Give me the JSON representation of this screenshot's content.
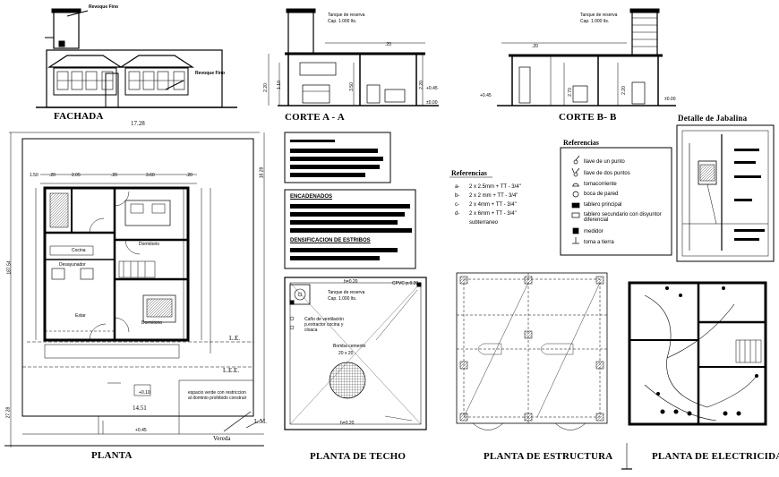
{
  "titles": {
    "fachada": "FACHADA",
    "corte_a": "CORTE A - A",
    "corte_b": "CORTE B- B",
    "detalle": "Detalle de Jabalina",
    "planta": "PLANTA",
    "planta_techo": "PLANTA DE TECHO",
    "planta_estructura": "PLANTA DE ESTRUCTURA",
    "planta_electricidad": "PLANTA DE ELECTRICIDAD"
  },
  "fachada": {
    "note_top": "Revoque Fino",
    "note_side": "Revoque Fino"
  },
  "cortes": {
    "tanque_a": "Tanque de reserva",
    "tanque_a_cap": "Cap. 1.000 lts.",
    "tanque_b": "Tanque de reserva",
    "tanque_b_cap": "Cap. 1.000 lts.",
    "dims_a": [
      "2.20",
      "1.10",
      "3.50",
      "2.20",
      ".20",
      "+0.45",
      "±0.00"
    ],
    "dims_b": [
      "2.70",
      "2.20",
      ".20",
      "+0.45",
      "±0.00"
    ]
  },
  "planta": {
    "dim_total": "17.28",
    "dims_top": [
      "1.50",
      ".20",
      "2.05",
      ".20",
      "3.60",
      ".20"
    ],
    "dim_right": "18.28",
    "dim_left": "187.54",
    "dim_bottom": "14.51",
    "dim_left_low": "27.28",
    "rooms": [
      "Cocina",
      "Dormitorio",
      "Desayunador",
      "Dormitorio",
      "Estar"
    ],
    "le": "L.E.",
    "lem": "L.E.E.",
    "lm": "L.M.",
    "vereda": "Vereda",
    "level_1": "+0.10",
    "level_2": "+0.45",
    "note": "espacio verde con restriccion al dominio prohibido construir"
  },
  "referencias_right": {
    "title": "Referencias",
    "items": [
      "llave de un punto",
      "llave de dos puntos",
      "tomacorriente",
      "boca de pared",
      "tablero principal",
      "tablero secundario con disyuntor diferencial",
      "medidor",
      "toma a tierra"
    ]
  },
  "referencias_mid": {
    "title": "Referencias",
    "items": [
      {
        "k": "a-",
        "v": "2 x 2.5mm + TT - 3/4\""
      },
      {
        "k": "b-",
        "v": "2 x 2 mm + TT - 3/4\""
      },
      {
        "k": "c-",
        "v": "2 x 4mm + TT - 3/4\""
      },
      {
        "k": "d-",
        "v": "2 x 6mm + TT - 3/4\""
      }
    ],
    "footer": "subterraneo"
  },
  "notes": {
    "encadenados": "ENCADENADOS",
    "densificacion": "DENSIFICACION DE ESTRIBOS"
  },
  "techo": {
    "tanque": "Tanque de reserva",
    "tanque_cap": "Cap. 1.000 lts.",
    "cano": "Caño de ventilación p.extractor cocina y cloaca",
    "bomba": "Bomba cemento",
    "bomba_dim": "20 x 20",
    "pvc": "CPVC p.0.20",
    "h1": "h=0.20",
    "h2": "h=0.20"
  },
  "colors": {
    "ink": "#000000",
    "paper": "#ffffff",
    "hatch": "#555555"
  }
}
